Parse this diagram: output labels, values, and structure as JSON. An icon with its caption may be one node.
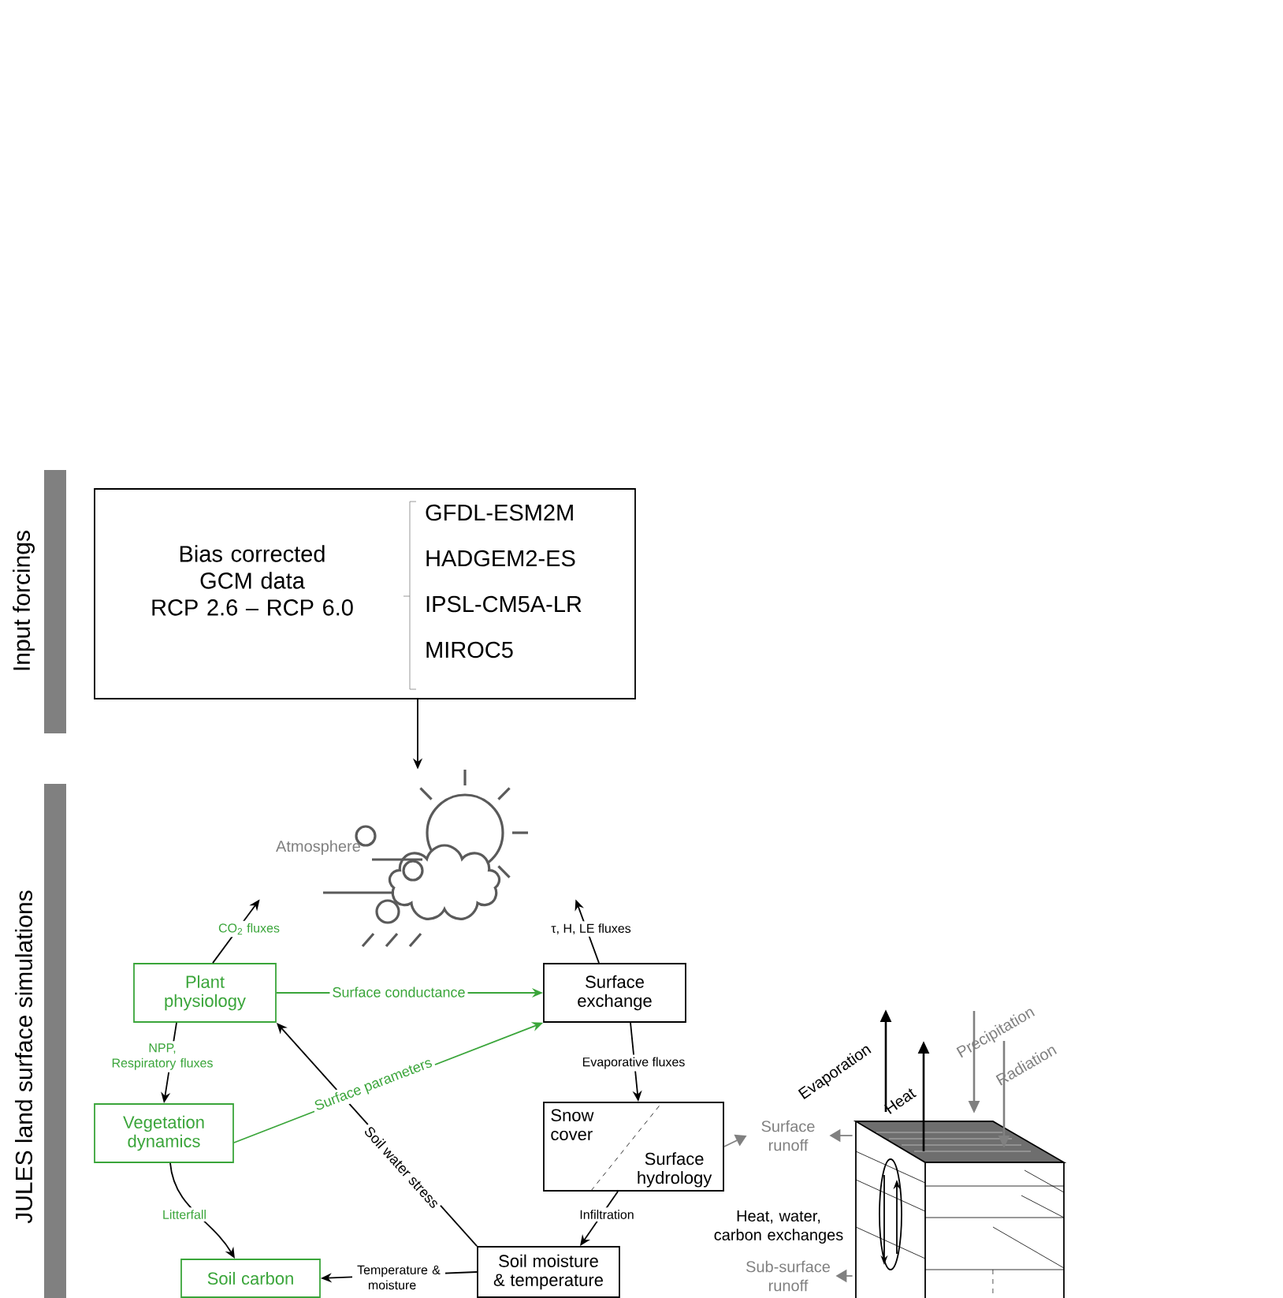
{
  "diagram": {
    "nodes": [
      {
        "text": [
          "Bias corrected GCM data RCP 2.6 – RCP 6.0",
          "GFDL-ESM2M",
          "HADGEM2-ES",
          "IPSL-CM5A-LR",
          "MIROC5"
        ]
      },
      {
        "text": [
          "Atmosphere"
        ]
      },
      {
        "text": [
          "Plant physiology"
        ]
      },
      {
        "text": [
          "Surface exchange"
        ]
      },
      {
        "text": [
          "Vegetation dynamics"
        ]
      },
      {
        "text": [
          "Snow cover",
          "Surface hydrology"
        ]
      },
      {
        "text": [
          "Soil carbon"
        ]
      },
      {
        "text": [
          "Soil moisture & temperature"
        ]
      },
      {
        "text": [
          "Surface runoff"
        ]
      },
      {
        "text": [],
        "shape": "picture"
      },
      {
        "text": [
          "Sub-surface runoff"
        ]
      }
    ],
    "edges": [
      {
        "from": 0,
        "to": 1,
        "arrow": "to"
      },
      {
        "from": 2,
        "to": 1,
        "arrow": "to",
        "label": "CO$_{2}$ fluxes"
      },
      {
        "from": 3,
        "to": 1,
        "arrow": "to",
        "label": "τ, H, LE fluxes"
      },
      {
        "from": 2,
        "to": 3,
        "arrow": "to",
        "label": "Surface conductance",
        "color": "#3aa53a"
      },
      {
        "from": 2,
        "to": 4,
        "arrow": "to",
        "label": "NPP, Respiratory fluxes"
      },
      {
        "from": 4,
        "to": 3,
        "arrow": "to",
        "label": "Surface parameters",
        "color": "#3aa53a"
      },
      {
        "from": 7,
        "to": 2,
        "arrow": "to",
        "label": "Soil water stress"
      },
      {
        "from": 3,
        "to": 5,
        "arrow": "to",
        "label": "Evaporative fluxes"
      },
      {
        "from": 5,
        "to": 7,
        "arrow": "to",
        "label": "Infiltration"
      },
      {
        "from": 4,
        "to": 6,
        "arrow": "to",
        "label": "Litterfall"
      },
      {
        "from": 7,
        "to": 6,
        "arrow": "to",
        "label": "Temperature & moisture"
      },
      {
        "from": 5,
        "to": 8,
        "arrow": "to",
        "color": "#808080"
      },
      {
        "from": 9,
        "to": 8,
        "arrow": "to",
        "color": "#808080"
      },
      {
        "from": 9,
        "to": 10,
        "arrow": "to",
        "color": "#808080"
      }
    ],
    "labels": [
      "Input forcings",
      "JULES land surface simulations",
      "Evaporation",
      "Heat",
      "Precipitation",
      "Radiation",
      "Heat, water, carbon exchanges"
    ]
  }
}
